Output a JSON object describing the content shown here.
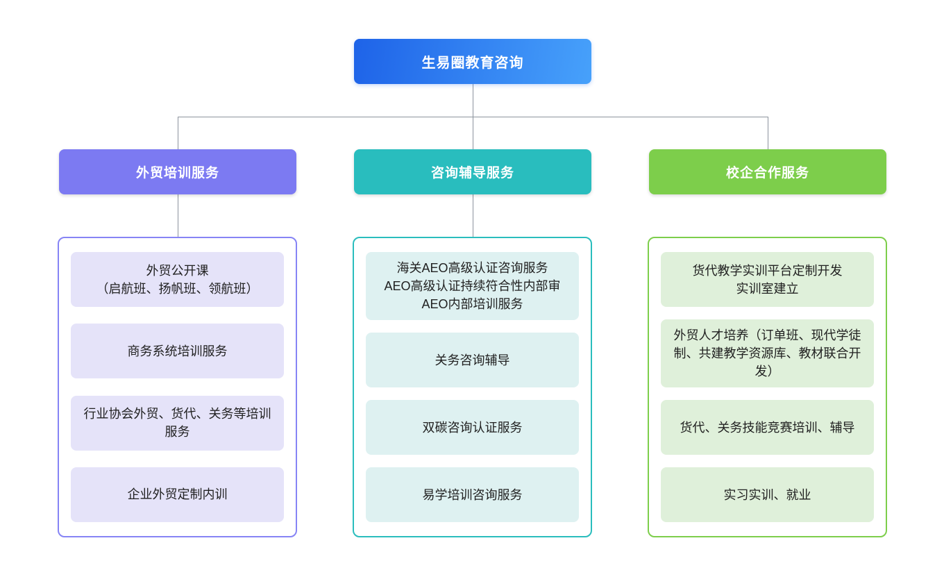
{
  "root": {
    "label": "生易圈教育咨询"
  },
  "branches": [
    {
      "label": "外贸培训服务",
      "header_color": "#7c7af2",
      "container_border": "#8684f5",
      "card_bg": "#e5e3f9",
      "items": [
        "外贸公开课\n（启航班、扬帆班、领航班）",
        "商务系统培训服务",
        "行业协会外贸、货代、关务等培训服务",
        "企业外贸定制内训"
      ]
    },
    {
      "label": "咨询辅导服务",
      "header_color": "#29bdbe",
      "container_border": "#2abdbd",
      "card_bg": "#def1f1",
      "items": [
        "海关AEO高级认证咨询服务\nAEO高级认证持续符合性内部审\nAEO内部培训服务",
        "关务咨询辅导",
        "双碳咨询认证服务",
        "易学培训咨询服务"
      ]
    },
    {
      "label": "校企合作服务",
      "header_color": "#7dce4b",
      "container_border": "#7dce4b",
      "card_bg": "#dff0da",
      "items": [
        "货代教学实训平台定制开发\n实训室建立",
        "外贸人才培养（订单班、现代学徒制、共建教学资源库、教材联合开发）",
        "货代、关务技能竞赛培训、辅导",
        "实习实训、就业"
      ]
    }
  ],
  "colors": {
    "root_gradient_start": "#1e63e8",
    "root_gradient_end": "#47a1fb",
    "connector_line": "#8c939d",
    "card_text": "#212121",
    "node_text": "#ffffff",
    "background": "#ffffff"
  }
}
